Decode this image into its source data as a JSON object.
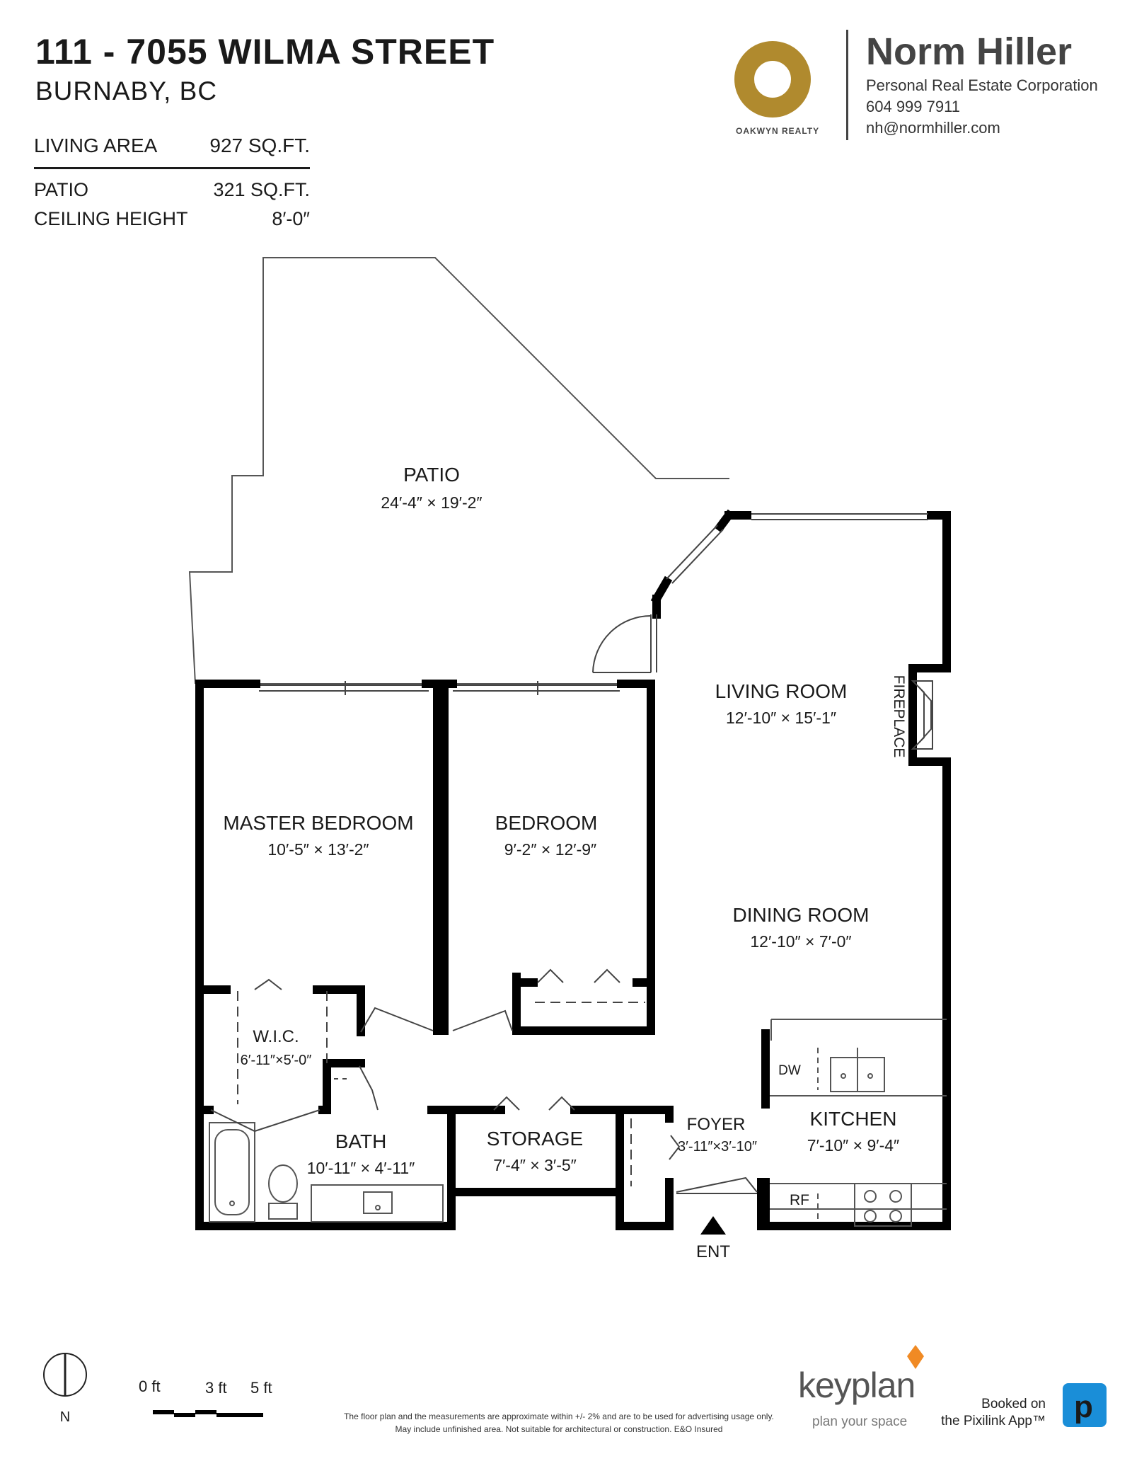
{
  "header": {
    "address": "111 - 7055 WILMA STREET",
    "city": "BURNABY, BC"
  },
  "stats": {
    "living_area_label": "LIVING AREA",
    "living_area_value": "927 SQ.FT.",
    "patio_label": "PATIO",
    "patio_value": "321 SQ.FT.",
    "ceiling_label": "CEILING HEIGHT",
    "ceiling_value": "8′-0″"
  },
  "agent": {
    "brand": "OAKWYN REALTY",
    "name": "Norm Hiller",
    "line1": "Personal Real Estate Corporation",
    "phone": "604 999 7911",
    "email": "nh@normhiller.com"
  },
  "rooms": {
    "patio": {
      "name": "PATIO",
      "dims": "24′-4″  ×  19′-2″"
    },
    "living": {
      "name": "LIVING ROOM",
      "dims": "12′-10″  ×  15′-1″"
    },
    "master": {
      "name": "MASTER BEDROOM",
      "dims": "10′-5″  ×  13′-2″"
    },
    "bedroom": {
      "name": "BEDROOM",
      "dims": "9′-2″  ×  12′-9″"
    },
    "dining": {
      "name": "DINING ROOM",
      "dims": "12′-10″  ×  7′-0″"
    },
    "wic": {
      "name": "W.I.C.",
      "dims": "6′-11″×5′-0″"
    },
    "bath": {
      "name": "BATH",
      "dims": "10′-11″  ×  4′-11″"
    },
    "storage": {
      "name": "STORAGE",
      "dims": "7′-4″  ×  3′-5″"
    },
    "foyer": {
      "name": "FOYER",
      "dims": "3′-11″×3′-10″"
    },
    "kitchen": {
      "name": "KITCHEN",
      "dims": "7′-10″  ×  9′-4″"
    }
  },
  "labels": {
    "fireplace": "FIREPLACE",
    "dw": "DW",
    "rf": "RF",
    "entrance": "ENT",
    "north": "N"
  },
  "scale": {
    "t0": "0 ft",
    "t3": "3 ft",
    "t5": "5 ft"
  },
  "footer": {
    "disclaimer1": "The floor plan and the measurements are approximate within +/- 2% and are to be used for advertising usage only.",
    "disclaimer2": "May include unfinished area. Not suitable for architectural or construction. E&O Insured",
    "keyplan": "keyplan",
    "keyplan_tag": "plan your space",
    "booked1": "Booked on",
    "booked2": "the Pixilink App™"
  },
  "colors": {
    "brand_gold": "#b08a2e",
    "wall": "#000000",
    "pixilink": "#1a8ed8",
    "keyplan_orange": "#f08a24"
  }
}
